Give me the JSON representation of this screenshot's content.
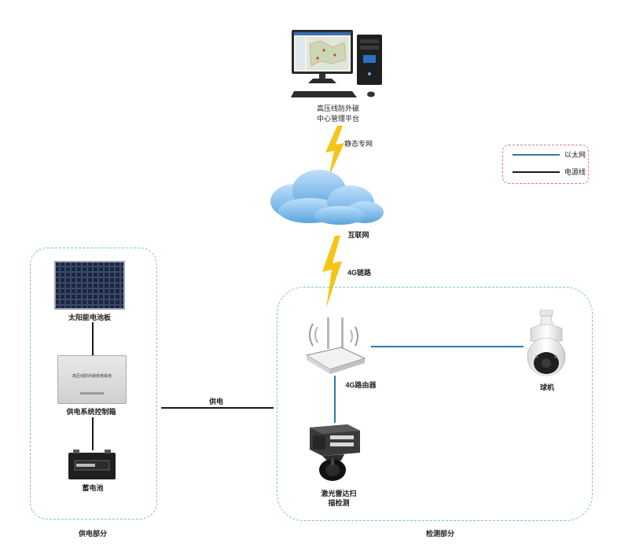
{
  "platform": {
    "label_line1": "高压线防外破",
    "label_line2": "中心管理平台"
  },
  "links": {
    "static_net": "静态专网",
    "link_4g": "4G链路",
    "power_supply": "供电"
  },
  "internet": {
    "label": "互联网"
  },
  "legend": {
    "items": [
      {
        "label": "以太网",
        "color": "#2f78a6"
      },
      {
        "label": "电源线",
        "color": "#1a1a1a"
      }
    ]
  },
  "power_section": {
    "title": "供电部分",
    "solar_panel": "太阳能电池板",
    "control_box": "供电系统控制箱",
    "control_box_plate": "高压线防外破供电系统",
    "battery": "蓄电池"
  },
  "detection_section": {
    "title": "检测部分",
    "router": "4G路由器",
    "dome_camera": "球机",
    "lidar_line1": "激光雷达扫",
    "lidar_line2": "描检测"
  },
  "colors": {
    "group_border": "#7fc7bb",
    "legend_border": "#e27b80",
    "lightning": "#f5c518",
    "cloud": "#6ab0e6"
  }
}
